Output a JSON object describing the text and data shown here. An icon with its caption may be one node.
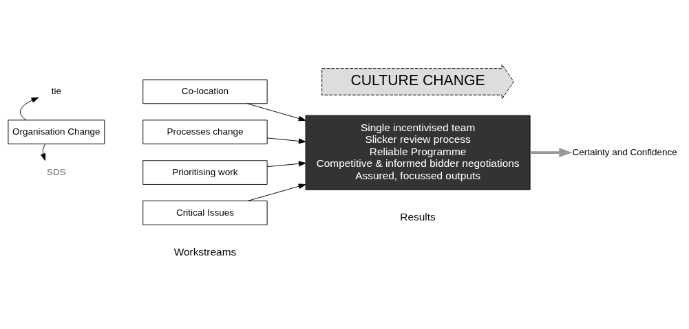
{
  "diagram": {
    "nodes": [
      {
        "text": [
          "CULTURE CHANGE"
        ]
      },
      {
        "text": [
          "Organisation Change"
        ]
      },
      {
        "text": [
          "tie"
        ]
      },
      {
        "text": [
          "SDS"
        ]
      },
      {
        "text": [
          "Co-location"
        ]
      },
      {
        "text": [
          "Processes change"
        ]
      },
      {
        "text": [
          "Prioritising work"
        ]
      },
      {
        "text": [
          "Critical Issues"
        ]
      },
      {
        "text": [
          "Single incentivised team",
          "Slicker review process",
          "Reliable Programme",
          "Competitive & informed bidder negotiations",
          "Assured, focussed outputs"
        ]
      },
      {
        "text": [
          "Certainty and Confidence"
        ]
      }
    ],
    "edges": [
      {
        "from": 1,
        "to": 2,
        "arrow": "to"
      },
      {
        "from": 1,
        "to": 3,
        "arrow": "to"
      },
      {
        "from": 4,
        "to": 8,
        "arrow": "to"
      },
      {
        "from": 5,
        "to": 8,
        "arrow": "to"
      },
      {
        "from": 6,
        "to": 8,
        "arrow": "to"
      },
      {
        "from": 7,
        "to": 8,
        "arrow": "to"
      },
      {
        "from": 8,
        "to": 9,
        "arrow": "to",
        "style": "thick",
        "color": "#999999"
      }
    ],
    "labels": [
      "Workstreams",
      "Results"
    ]
  }
}
